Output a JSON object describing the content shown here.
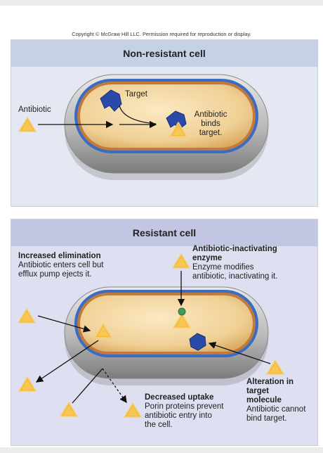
{
  "copyright": "Copyright © McGraw Hill LLC. Permission required for reproduction or display.",
  "panel1": {
    "title": "Non-resistant cell",
    "antibiotic": "Antibiotic",
    "target": "Target",
    "binds": [
      "Antibiotic",
      "binds",
      "target."
    ]
  },
  "panel2": {
    "title": "Resistant cell",
    "elimination": {
      "title": "Increased elimination",
      "lines": [
        "Antibiotic enters cell but",
        "efflux pump ejects it."
      ]
    },
    "inactivating": {
      "title_lines": [
        "Antibiotic-inactivating",
        "enzyme"
      ],
      "lines": [
        "Enzyme modifies",
        "antibiotic, inactivating it."
      ]
    },
    "uptake": {
      "title": "Decreased uptake",
      "lines": [
        "Porin proteins prevent",
        "antibiotic entry into",
        "the cell."
      ]
    },
    "alteration": {
      "title_lines": [
        "Alteration in",
        "target",
        "molecule"
      ],
      "lines": [
        "Antibiotic cannot",
        "bind target."
      ]
    }
  },
  "colors": {
    "antibiotic": "#f4b83a",
    "target": "#2a4aa8",
    "membrane": "#3b6cc4",
    "cytoplasm": "#f3d9a0",
    "enzyme": "#3f9a5c"
  },
  "icons": [
    "antibiotic-triangle",
    "target-molecule",
    "enzyme-dot"
  ]
}
